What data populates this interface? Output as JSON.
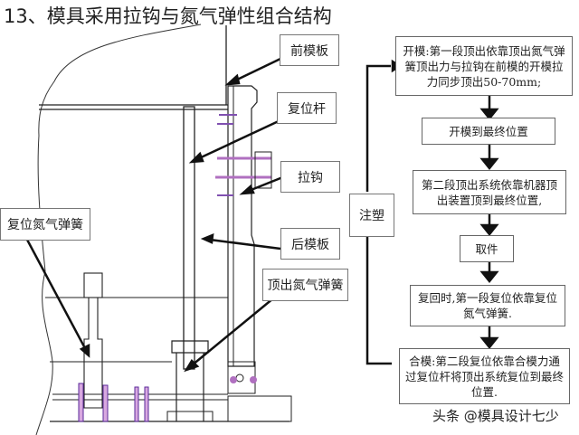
{
  "title": "13、模具采用拉钩与氮气弹性组合结构",
  "labels": {
    "front_plate": "前模板",
    "reset_rod": "复位杆",
    "puller_hook": "拉钩",
    "rear_plate": "后模板",
    "ejector_gas_spring": "顶出氮气弹簧",
    "reset_gas_spring": "复位氮气弹簧"
  },
  "flowchart": {
    "start": "注塑",
    "steps": [
      "开模:第一段顶出依靠顶出氮气弹簧顶出力与拉钩在前模的开模拉力同步顶出50-70mm;",
      "开模到最终位置",
      "第二段顶出系统依靠机器顶出装置顶到最终位置,",
      "取件",
      "复回时,第一段复位依靠复位氮气弹簧.",
      "合模:第二段复位依靠合模力通过复位杆将顶出系统复位到最终位置."
    ]
  },
  "colors": {
    "line": "#222222",
    "screw": "#b070c0",
    "screw_dark": "#5a2a9a"
  },
  "watermark": "头条 @模具设计七少"
}
